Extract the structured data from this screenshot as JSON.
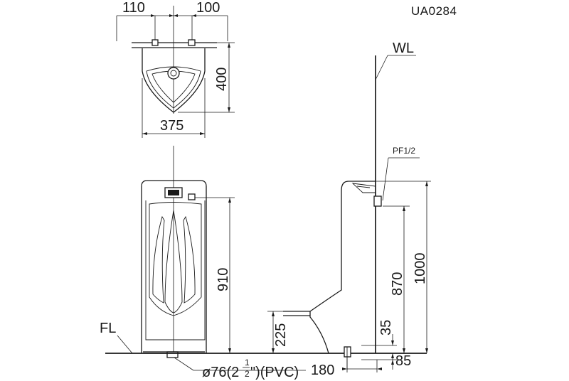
{
  "model_code": "UA0284",
  "dimensions": {
    "top_left_offset": "110",
    "top_right_offset": "100",
    "depth": "400",
    "width": "375",
    "front_height": "910",
    "total_height": "1000",
    "inlet_height": "870",
    "outlet_height": "225",
    "outlet_depth": "180",
    "floor_gap_small": "35",
    "floor_gap_large": "85"
  },
  "labels": {
    "wall_line": "WL",
    "floor_line": "FL",
    "inlet_fitting": "PF1/2",
    "drain_pipe_prefix": "ø76(2",
    "drain_pipe_fraction_num": "1",
    "drain_pipe_fraction_den": "2",
    "drain_pipe_suffix": "\")(PVC)"
  }
}
